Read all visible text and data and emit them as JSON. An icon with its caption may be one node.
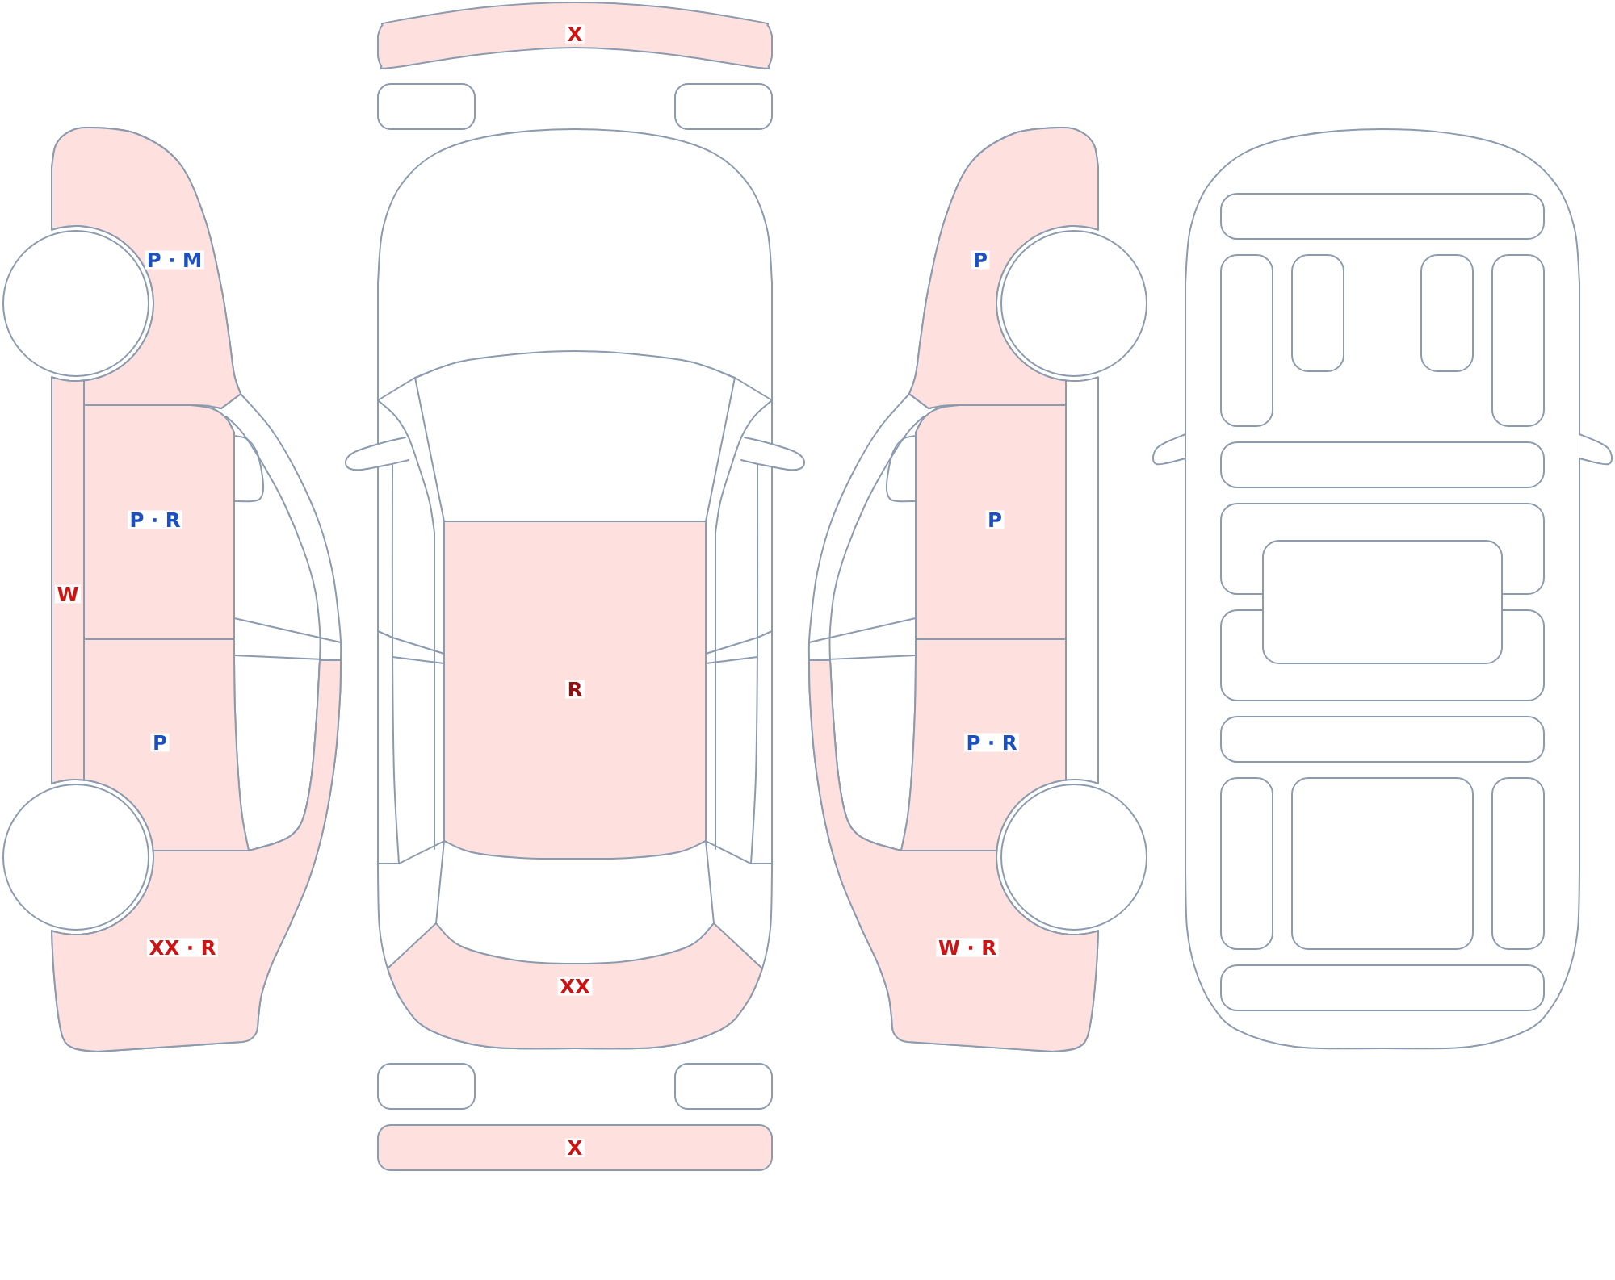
{
  "diagram": {
    "nodes": [
      {
        "text": [
          "P · M"
        ]
      },
      {
        "text": [
          "P · R"
        ]
      },
      {
        "text": [
          "W"
        ]
      },
      {
        "text": [
          "P"
        ]
      },
      {
        "text": [
          "XX · R"
        ]
      },
      {
        "text": [
          "X"
        ]
      },
      {
        "text": [
          "R"
        ]
      },
      {
        "text": [
          "XX"
        ]
      },
      {
        "text": [
          "X"
        ]
      },
      {
        "text": [
          "P"
        ]
      },
      {
        "text": [
          "P"
        ]
      },
      {
        "text": [
          "P · R"
        ]
      },
      {
        "text": [
          "W · R"
        ]
      }
    ]
  }
}
